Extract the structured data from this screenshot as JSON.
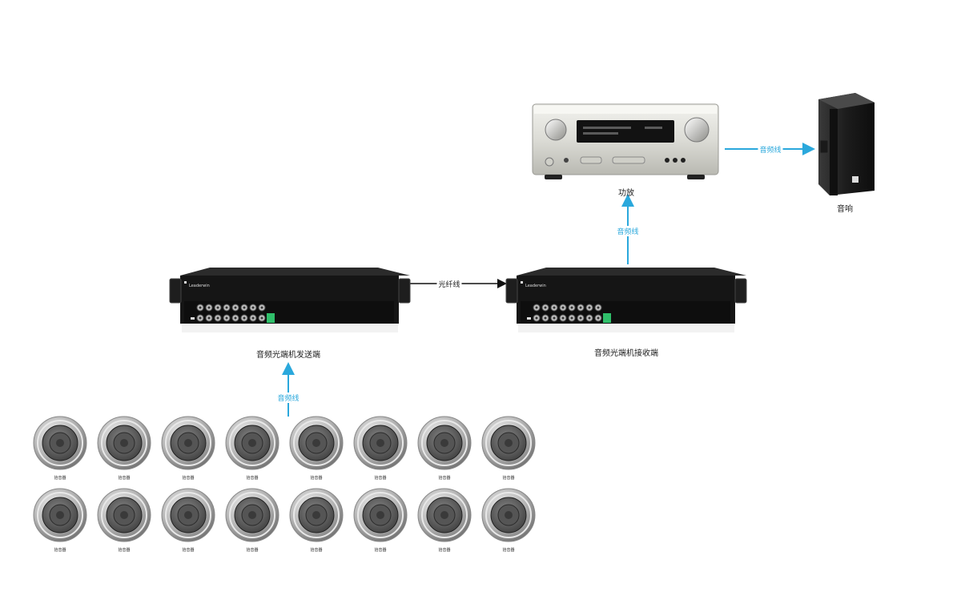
{
  "devices": {
    "transmitter": {
      "label": "音频光端机发送端",
      "brand": "Leaderwin"
    },
    "receiver": {
      "label": "音频光端机接收端",
      "brand": "Leaderwin"
    },
    "amplifier": {
      "label": "功放"
    },
    "speaker": {
      "label": "音响"
    }
  },
  "links": {
    "fiber": "光纤线",
    "audio_amp_to_speaker": "音频线",
    "audio_receiver_to_amp": "音频线",
    "audio_mics_to_transmitter": "音频线"
  },
  "microphones": {
    "label": "拾音器",
    "rows": 2,
    "columns": 8
  },
  "colors": {
    "audio_line": "#2aa8dc",
    "fiber_line": "#111111",
    "device_body": "#151515"
  }
}
